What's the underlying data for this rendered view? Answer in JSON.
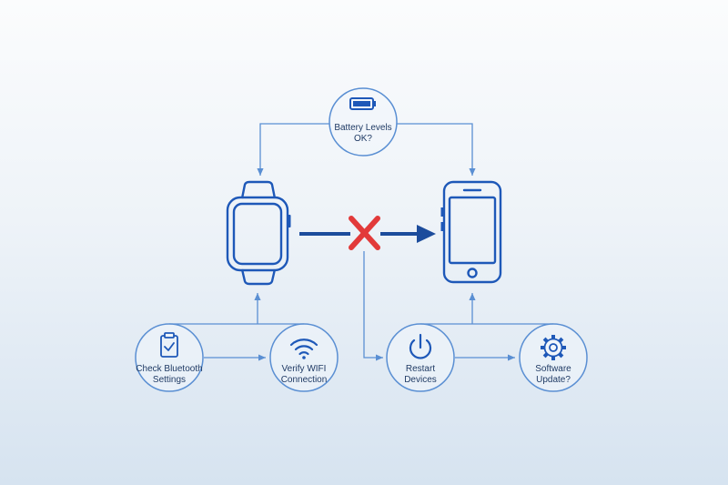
{
  "colors": {
    "line": "#5a8fd3",
    "stroke": "#1e58b8",
    "dark_arrow": "#1c4c9c",
    "fail_cross": "#e23a3a",
    "node_fill": "#f1f6fb",
    "text": "#1f3a64"
  },
  "nodes": {
    "battery": {
      "icon": "battery-icon",
      "line1": "Battery Levels",
      "line2": "OK?"
    },
    "bluetooth": {
      "icon": "checklist-icon",
      "line1": "Check Bluetooth",
      "line2": "Settings"
    },
    "wifi": {
      "icon": "wifi-icon",
      "line1": "Verify WIFI",
      "line2": "Connection"
    },
    "restart": {
      "icon": "power-icon",
      "line1": "Restart",
      "line2": "Devices"
    },
    "software": {
      "icon": "gear-icon",
      "line1": "Software",
      "line2": "Update?"
    }
  },
  "devices": {
    "watch": {
      "icon": "smartwatch-icon"
    },
    "phone": {
      "icon": "smartphone-icon"
    }
  },
  "connection": {
    "status_icon": "failed-connection-x-icon"
  }
}
